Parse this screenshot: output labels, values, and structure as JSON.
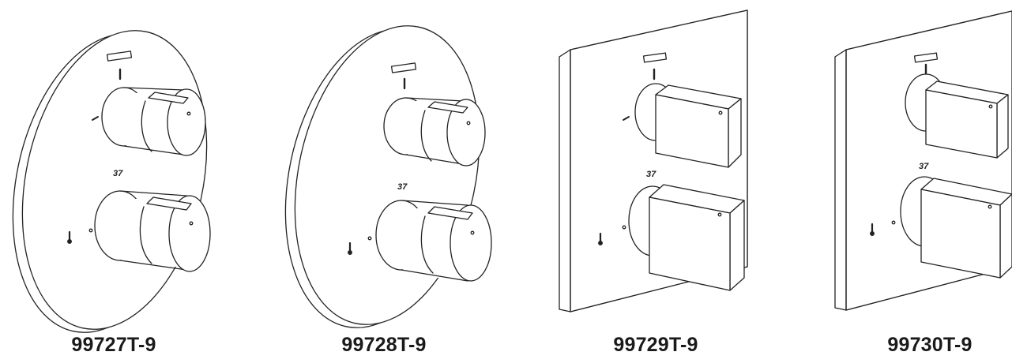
{
  "products": [
    {
      "model": "99727T-9",
      "shape": "round",
      "temp_mark": "37"
    },
    {
      "model": "99728T-9",
      "shape": "round",
      "temp_mark": "37"
    },
    {
      "model": "99729T-9",
      "shape": "square",
      "temp_mark": "37"
    },
    {
      "model": "99730T-9",
      "shape": "square",
      "temp_mark": "37"
    }
  ],
  "colors": {
    "line": "#222222",
    "background": "#ffffff",
    "label": "#1a1a1a"
  }
}
